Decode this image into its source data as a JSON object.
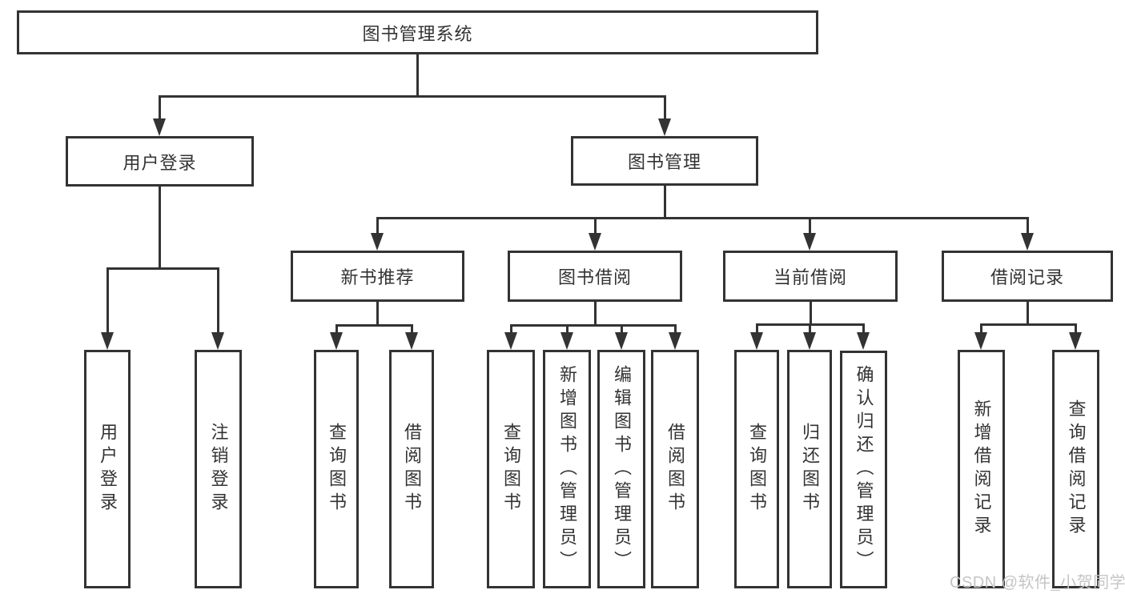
{
  "diagram_type": "hierarchy-tree",
  "tree": {
    "label": "图书管理系统",
    "children": [
      {
        "label": "用户登录",
        "children": [
          {
            "label": "用户登录"
          },
          {
            "label": "注销登录"
          }
        ]
      },
      {
        "label": "图书管理",
        "children": [
          {
            "label": "新书推荐",
            "children": [
              {
                "label": "查询图书"
              },
              {
                "label": "借阅图书"
              }
            ]
          },
          {
            "label": "图书借阅",
            "children": [
              {
                "label": "查询图书"
              },
              {
                "label": "新增图书（管理员）"
              },
              {
                "label": "编辑图书（管理员）"
              },
              {
                "label": "借阅图书"
              }
            ]
          },
          {
            "label": "当前借阅",
            "children": [
              {
                "label": "查询图书"
              },
              {
                "label": "归还图书"
              },
              {
                "label": "确认归还（管理员）"
              }
            ]
          },
          {
            "label": "借阅记录",
            "children": [
              {
                "label": "新增借阅记录"
              },
              {
                "label": "查询借阅记录"
              }
            ]
          }
        ]
      }
    ]
  },
  "watermark": "CSDN @软件_小贺同学",
  "colors": {
    "line": "#333333",
    "text": "#333333",
    "box_background": "#ffffff",
    "page_background": "#ffffff",
    "watermark": "#c5c5c5"
  }
}
